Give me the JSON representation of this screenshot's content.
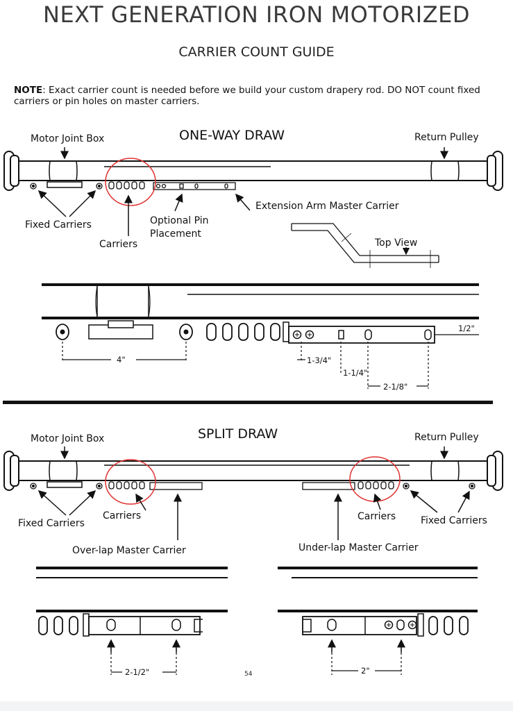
{
  "header": {
    "title": "NEXT GENERATION IRON MOTORIZED",
    "subtitle": "CARRIER COUNT GUIDE"
  },
  "note": {
    "label": "NOTE",
    "text": ": Exact carrier count is needed before we build your custom drapery rod. DO NOT count fixed carriers or pin holes on master carriers."
  },
  "one_way": {
    "heading": "ONE-WAY DRAW",
    "motor_joint_box": "Motor Joint Box",
    "return_pulley": "Return Pulley",
    "fixed_carriers": "Fixed Carriers",
    "carriers": "Carriers",
    "optional_pin": "Optional Pin",
    "placement": "Placement",
    "extension_arm": "Extension Arm Master Carrier",
    "top_view": "Top View",
    "dim_4": "4\"",
    "dim_1_3_4": "1-3/4\"",
    "dim_1_1_4": "1-1/4\"",
    "dim_2_1_8": "2-1/8\"",
    "dim_1_2": "1/2\""
  },
  "split": {
    "heading": "SPLIT DRAW",
    "motor_joint_box": "Motor Joint Box",
    "return_pulley": "Return Pulley",
    "fixed_carriers_left": "Fixed Carriers",
    "fixed_carriers_right": "Fixed Carriers",
    "carriers_left": "Carriers",
    "carriers_right": "Carriers",
    "over_lap": "Over-lap Master Carrier",
    "under_lap": "Under-lap Master Carrier",
    "dim_2_1_2": "2-1/2\"",
    "dim_2": "2\""
  },
  "page_number": "54",
  "colors": {
    "highlight_circle": "#e03131",
    "line": "#111111"
  }
}
